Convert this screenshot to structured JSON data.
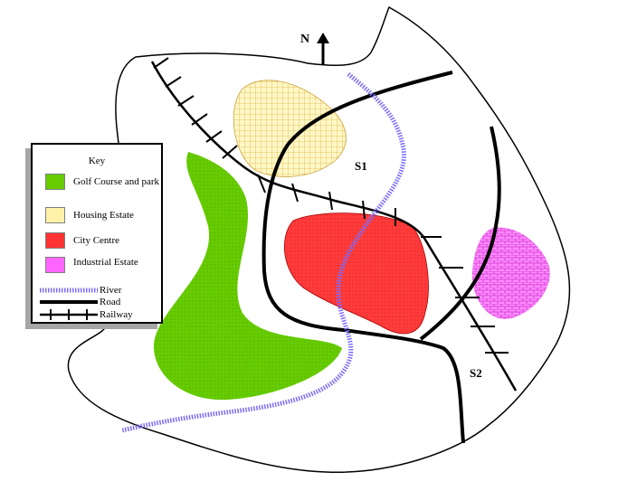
{
  "map": {
    "north_label": "N",
    "site_labels": {
      "s1": "S1",
      "s2": "S2"
    },
    "colors": {
      "golf_course": "#66cc00",
      "housing_estate": "#fff2a8",
      "city_centre": "#ff3333",
      "industrial_estate": "#ff66ff",
      "river": "#7b6cff",
      "road": "#000000",
      "railway": "#000000",
      "boundary": "#000000"
    }
  },
  "key": {
    "title": "Key",
    "items": [
      {
        "label": "Golf Course and park",
        "type": "area",
        "color": "#66cc00"
      },
      {
        "label": "Housing Estate",
        "type": "area",
        "color": "#fff2a8"
      },
      {
        "label": "City Centre",
        "type": "area",
        "color": "#ff3333"
      },
      {
        "label": "Industrial Estate",
        "type": "area",
        "color": "#ff66ff"
      },
      {
        "label": "River",
        "type": "line",
        "color": "#7b6cff"
      },
      {
        "label": "Road",
        "type": "line",
        "color": "#000000"
      },
      {
        "label": "Railway",
        "type": "line",
        "color": "#000000"
      }
    ]
  }
}
